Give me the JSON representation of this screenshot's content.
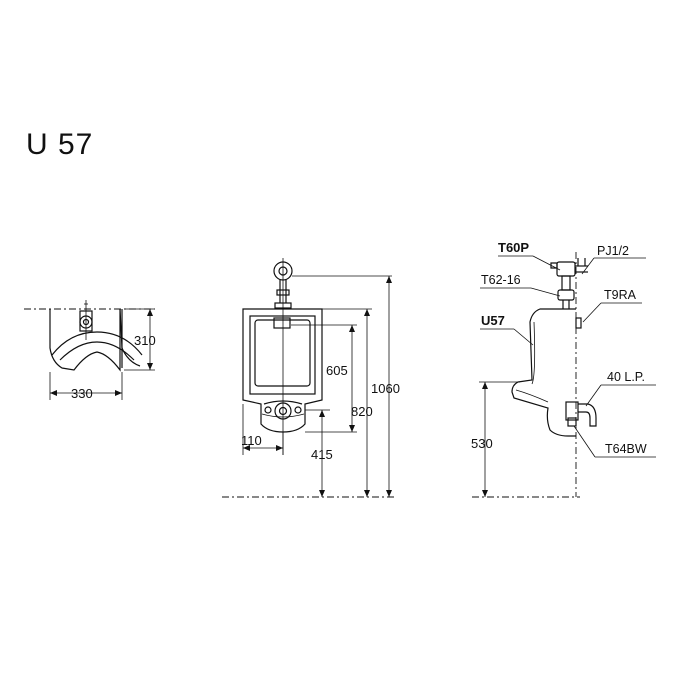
{
  "title": "U 57",
  "top_view": {
    "dims": {
      "depth": "310",
      "width": "330"
    }
  },
  "front_view": {
    "dims": {
      "outlet_height": "605",
      "spud_height": "820",
      "total_height": "1060",
      "outlet_offset": "110",
      "rim_height": "415"
    }
  },
  "side_view": {
    "labels": {
      "flush_valve": "T60P",
      "supply_pipe": "PJ1/2",
      "spud": "T62-16",
      "bowl": "U57",
      "hanger": "T9RA",
      "trap": "40 L.P.",
      "drain": "T64BW"
    },
    "dims": {
      "outlet_height": "530"
    }
  },
  "colors": {
    "line": "#111111",
    "background": "#ffffff"
  }
}
